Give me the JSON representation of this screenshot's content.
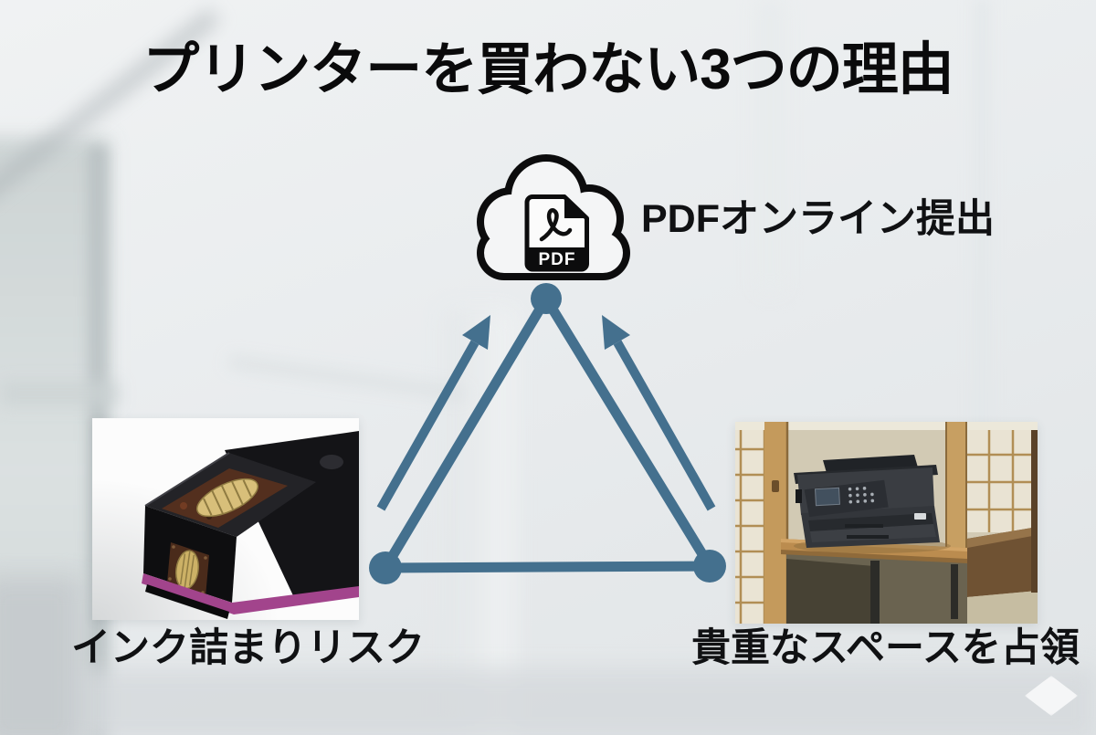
{
  "title": "プリンターを買わない3つの理由",
  "diagram": {
    "type": "triangle",
    "accent_color": "#44708e",
    "nodes": [
      {
        "id": "pdf-online",
        "position": "top",
        "label": "PDFオンライン提出",
        "icon": "cloud-pdf-icon",
        "badge": "PDF"
      },
      {
        "id": "ink-clog-risk",
        "position": "bottom-left",
        "label": "インク詰まりリスク",
        "image": "ink-cartridge-photo"
      },
      {
        "id": "space-occupied",
        "position": "bottom-right",
        "label": "貴重なスペースを占領",
        "image": "printer-photo"
      }
    ],
    "arrows": [
      "bottom-left to top",
      "bottom-right to top"
    ]
  },
  "colors": {
    "triangle": "#44708e",
    "title_text": "#0a0a0b",
    "label_text": "#101113"
  }
}
